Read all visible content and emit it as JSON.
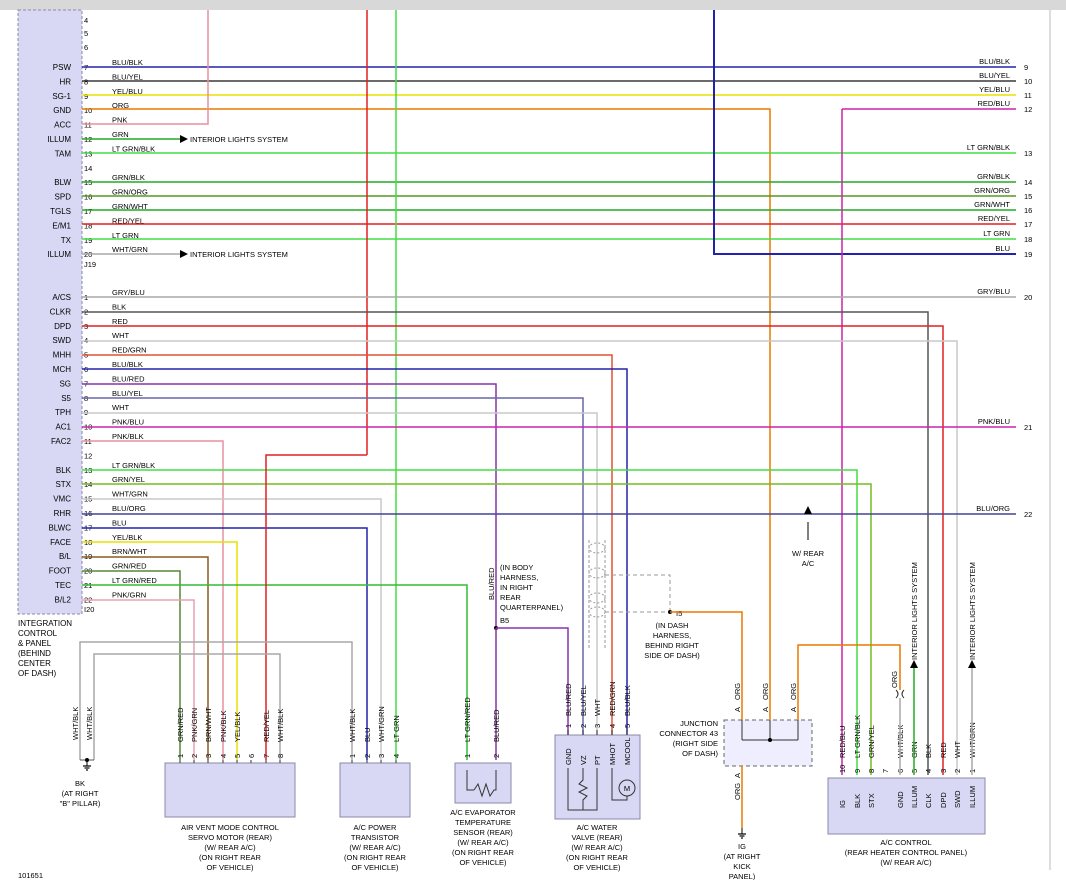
{
  "colors": {
    "BLU": "#2222aa",
    "BLK": "#111111",
    "YEL": "#e8e000",
    "ORG": "#e87a00",
    "PNK": "#e890a0",
    "GRN": "#22aa22",
    "LTGRN": "#44dd44",
    "RED": "#e02020",
    "GRY": "#a8a8a8",
    "WHT": "#c8c8c8",
    "BRN": "#8a5a20",
    "VIO": "#8833aa",
    "MAG": "#cc22aa",
    "box": "#d8d8f4",
    "boxStroke": "#8888aa",
    "topbar": "#d8d8d8"
  },
  "icp": {
    "pins": [
      {
        "name": "PSW",
        "n": "7"
      },
      {
        "name": "HR",
        "n": "8"
      },
      {
        "name": "SG-1",
        "n": "9"
      },
      {
        "name": "GND",
        "n": "10"
      },
      {
        "name": "ACC",
        "n": "11"
      },
      {
        "name": "ILLUM",
        "n": "12"
      },
      {
        "name": "TAM",
        "n": "13"
      },
      {
        "name": "",
        "n": "14"
      },
      {
        "name": "BLW",
        "n": "15"
      },
      {
        "name": "SPD",
        "n": "16"
      },
      {
        "name": "TGLS",
        "n": "17"
      },
      {
        "name": "E/M1",
        "n": "18"
      },
      {
        "name": "TX",
        "n": "19"
      },
      {
        "name": "ILLUM",
        "n": "20"
      }
    ],
    "pins2": [
      {
        "name": "A/CS",
        "n": "1"
      },
      {
        "name": "CLKR",
        "n": "2"
      },
      {
        "name": "DPD",
        "n": "3"
      },
      {
        "name": "SWD",
        "n": "4"
      },
      {
        "name": "MHH",
        "n": "5"
      },
      {
        "name": "MCH",
        "n": "6"
      },
      {
        "name": "SG",
        "n": "7"
      },
      {
        "name": "S5",
        "n": "8"
      },
      {
        "name": "TPH",
        "n": "9"
      },
      {
        "name": "AC1",
        "n": "10"
      },
      {
        "name": "FAC2",
        "n": "11"
      },
      {
        "name": "",
        "n": "12"
      },
      {
        "name": "BLK",
        "n": "13"
      },
      {
        "name": "STX",
        "n": "14"
      },
      {
        "name": "VMC",
        "n": "15"
      },
      {
        "name": "RHR",
        "n": "16"
      },
      {
        "name": "BLWC",
        "n": "17"
      },
      {
        "name": "FACE",
        "n": "18"
      },
      {
        "name": "B/L",
        "n": "19"
      },
      {
        "name": "FOOT",
        "n": "20"
      },
      {
        "name": "TEC",
        "n": "21"
      },
      {
        "name": "B/L2",
        "n": "22"
      }
    ],
    "top_nums": [
      "4",
      "5",
      "6"
    ],
    "conn1": "J19",
    "conn2": "I20",
    "label": [
      "INTEGRATION",
      "CONTROL",
      "& PANEL",
      "(BEHIND",
      "CENTER",
      "OF DASH)"
    ]
  },
  "wires_top": [
    "BLU/BLK",
    "BLU/YEL",
    "YEL/BLU",
    "ORG",
    "PNK",
    "GRN",
    "LT GRN/BLK",
    "",
    "GRN/BLK",
    "GRN/ORG",
    "GRN/WHT",
    "RED/YEL",
    "LT GRN",
    "WHT/GRN"
  ],
  "wires_bottom": [
    "GRY/BLU",
    "BLK",
    "RED",
    "WHT",
    "RED/GRN",
    "BLU/BLK",
    "BLU/RED",
    "BLU/YEL",
    "WHT",
    "PNK/BLU",
    "PNK/BLK",
    "",
    "LT GRN/BLK",
    "GRN/YEL",
    "WHT/GRN",
    "BLU/ORG",
    "BLU",
    "YEL/BLK",
    "BRN/WHT",
    "GRN/RED",
    "LT GRN/RED",
    "PNK/GRN"
  ],
  "right_top": [
    {
      "w": "BLU/BLK",
      "n": "9"
    },
    {
      "w": "BLU/YEL",
      "n": "10"
    },
    {
      "w": "YEL/BLU",
      "n": "11"
    },
    {
      "w": "RED/BLU",
      "n": "12"
    },
    {
      "w": "LT GRN/BLK",
      "n": "13"
    },
    {
      "w": "GRN/BLK",
      "n": "14"
    },
    {
      "w": "GRN/ORG",
      "n": "15"
    },
    {
      "w": "GRN/WHT",
      "n": "16"
    },
    {
      "w": "RED/YEL",
      "n": "17"
    },
    {
      "w": "LT GRN",
      "n": "18"
    },
    {
      "w": "BLU",
      "n": "19"
    }
  ],
  "right_bottom": [
    {
      "w": "GRY/BLU",
      "n": "20"
    },
    {
      "w": "PNK/BLU",
      "n": "21"
    },
    {
      "w": "BLU/ORG",
      "n": "22"
    }
  ],
  "interior1": "INTERIOR LIGHTS SYSTEM",
  "interior2": "INTERIOR LIGHTS SYSTEM",
  "b5": {
    "wire": "BLU/RED",
    "note": [
      "(IN BODY",
      "HARNESS,",
      "IN RIGHT",
      "REAR",
      "QUARTERPANEL)"
    ],
    "id": "B5"
  },
  "i5": {
    "id": "I5",
    "note": [
      "(IN DASH",
      "HARNESS,",
      "BEHIND RIGHT",
      "SIDE OF DASH)"
    ]
  },
  "wrear": [
    "W/ REAR",
    "A/C"
  ],
  "bk": {
    "wires": [
      "WHT/BLK",
      "WHT/BLK"
    ],
    "id": "BK",
    "note": [
      "(AT RIGHT",
      "\"B\" PILLAR)"
    ]
  },
  "servo": {
    "pins": [
      {
        "n": "1",
        "w": "GRN/RED"
      },
      {
        "n": "2",
        "w": "PNK/GRN"
      },
      {
        "n": "3",
        "w": "BRN/WHT"
      },
      {
        "n": "4",
        "w": "PNK/BLK"
      },
      {
        "n": "5",
        "w": "YEL/BLK"
      },
      {
        "n": "6",
        "w": ""
      },
      {
        "n": "7",
        "w": "RED/YEL"
      },
      {
        "n": "8",
        "w": "WHT/BLK"
      }
    ],
    "label": [
      "AIR VENT MODE CONTROL",
      "SERVO MOTOR (REAR)",
      "(W/ REAR A/C)",
      "(ON RIGHT REAR",
      "OF VEHICLE)"
    ]
  },
  "transistor": {
    "pins": [
      {
        "n": "1",
        "w": "WHT/BLK"
      },
      {
        "n": "2",
        "w": "BLU"
      },
      {
        "n": "3",
        "w": "WHT/GRN"
      },
      {
        "n": "4",
        "w": "LT GRN"
      }
    ],
    "label": [
      "A/C POWER",
      "TRANSISTOR",
      "(W/ REAR A/C)",
      "(ON RIGHT REAR",
      "OF VEHICLE)"
    ]
  },
  "evap": {
    "pins": [
      {
        "n": "1",
        "w": "LT GRN/RED"
      },
      {
        "n": "2",
        "w": "BLU/RED"
      }
    ],
    "label": [
      "A/C EVAPORATOR",
      "TEMPERATURE",
      "SENSOR (REAR)",
      "(W/ REAR A/C)",
      "(ON RIGHT REAR",
      "OF VEHICLE)"
    ]
  },
  "valve": {
    "pins": [
      {
        "n": "1",
        "w": "BLU/RED",
        "t": "GND"
      },
      {
        "n": "2",
        "w": "BLU/YEL",
        "t": "VZ"
      },
      {
        "n": "3",
        "w": "WHT",
        "t": "PT"
      },
      {
        "n": "4",
        "w": "RED/GRN",
        "t": "MHOT"
      },
      {
        "n": "5",
        "w": "BLU/BLK",
        "t": "MCOOL"
      }
    ],
    "motor": "M",
    "label": [
      "A/C WATER",
      "VALVE (REAR)",
      "(W/ REAR A/C)",
      "(ON RIGHT REAR",
      "OF VEHICLE)"
    ]
  },
  "jc": {
    "wires": [
      "ORG",
      "ORG",
      "ORG"
    ],
    "pins": [
      "A",
      "A",
      "A"
    ],
    "label": [
      "JUNCTION",
      "CONNECTOR 43",
      "(RIGHT SIDE",
      "OF DASH)"
    ],
    "bottom_pin": "A",
    "bottom_wire": "ORG"
  },
  "ig": {
    "id": "IG",
    "note": [
      "(AT RIGHT",
      "KICK",
      "PANEL)"
    ]
  },
  "acctl": {
    "pins": [
      {
        "n": "10",
        "w": "RED/BLU",
        "t": "IG"
      },
      {
        "n": "9",
        "w": "LT GRN/BLK",
        "t": "BLK"
      },
      {
        "n": "8",
        "w": "GRN/YEL",
        "t": "STX"
      },
      {
        "n": "7",
        "w": "",
        "t": ""
      },
      {
        "n": "6",
        "w": "WHT/BLK",
        "t": "GND"
      },
      {
        "n": "5",
        "w": "GRN",
        "t": "ILLUM"
      },
      {
        "n": "4",
        "w": "BLK",
        "t": "CLK"
      },
      {
        "n": "3",
        "w": "RED",
        "t": "DPD"
      },
      {
        "n": "2",
        "w": "WHT",
        "t": "SWD"
      },
      {
        "n": "1",
        "w": "WHT/GRN",
        "t": "ILLUM"
      }
    ],
    "org_label": "ORG",
    "label": [
      "A/C CONTROL",
      "(REAR HEATER CONTROL PANEL)",
      "(W/ REAR A/C)"
    ]
  },
  "footer": "101651"
}
